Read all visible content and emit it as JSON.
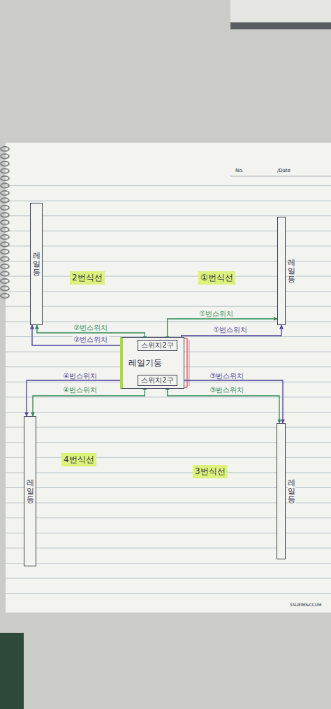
{
  "diagram": {
    "nodes": [
      {
        "text": [
          "레일등"
        ]
      },
      {
        "text": [
          "레일등"
        ]
      },
      {
        "text": [
          "레일기둥"
        ]
      },
      {
        "text": [
          "스위치2구"
        ],
        "in": 2
      },
      {
        "text": [
          "스위치2구"
        ],
        "in": 2
      },
      {
        "text": [
          "레일등"
        ]
      },
      {
        "text": [
          "레일등"
        ]
      }
    ],
    "edges": [
      {
        "from": 0,
        "to": 3,
        "arrow": "both",
        "label": "②번스위치"
      },
      {
        "from": 0,
        "to": 3,
        "arrow": "both",
        "label": "②번스위치"
      },
      {
        "from": 1,
        "to": 3,
        "arrow": "both",
        "label": "①번스위치"
      },
      {
        "from": 1,
        "to": 3,
        "arrow": "both",
        "label": "①번스위치"
      },
      {
        "from": 5,
        "to": 4,
        "arrow": "both",
        "label": "④번스위치"
      },
      {
        "from": 5,
        "to": 4,
        "arrow": "both",
        "label": "④번스위치"
      },
      {
        "from": 6,
        "to": 4,
        "arrow": "both",
        "label": "③번스위치"
      },
      {
        "from": 6,
        "to": 4,
        "arrow": "both",
        "label": "③번스위치"
      }
    ],
    "labels": [
      "2번식선",
      "①번식선",
      "4번식선",
      "3번식선",
      "No.",
      "/Date",
      "SSUEIM&CCUM"
    ]
  }
}
